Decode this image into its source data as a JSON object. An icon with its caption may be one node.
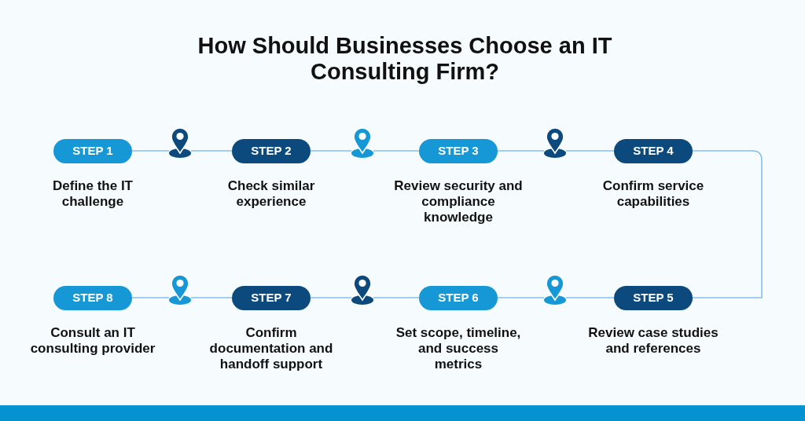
{
  "diagram": {
    "title": "How Should Businesses Choose an IT Consulting Firm?",
    "nodes": [
      {
        "text": [
          "STEP 1"
        ],
        "beside": [
          "Define the IT challenge"
        ]
      },
      {
        "text": [],
        "shape": "pin"
      },
      {
        "text": [
          "STEP 2"
        ],
        "beside": [
          "Check similar experience"
        ]
      },
      {
        "text": [],
        "shape": "pin"
      },
      {
        "text": [
          "STEP 3"
        ],
        "beside": [
          "Review security and compliance knowledge"
        ]
      },
      {
        "text": [],
        "shape": "pin"
      },
      {
        "text": [
          "STEP 4"
        ],
        "beside": [
          "Confirm service capabilities"
        ]
      },
      {
        "text": [
          "STEP 5"
        ],
        "beside": [
          "Review case studies and references"
        ]
      },
      {
        "text": [],
        "shape": "pin"
      },
      {
        "text": [
          "STEP 6"
        ],
        "beside": [
          "Set scope, timeline, and success metrics"
        ]
      },
      {
        "text": [],
        "shape": "pin"
      },
      {
        "text": [
          "STEP 7"
        ],
        "beside": [
          "Confirm documentation and handoff support"
        ]
      },
      {
        "text": [],
        "shape": "pin"
      },
      {
        "text": [
          "STEP 8"
        ],
        "beside": [
          "Consult an IT consulting provider"
        ]
      }
    ],
    "edges": [
      {
        "from": 0,
        "to": 1,
        "arrow": "none"
      },
      {
        "from": 1,
        "to": 2,
        "arrow": "none"
      },
      {
        "from": 2,
        "to": 3,
        "arrow": "none"
      },
      {
        "from": 3,
        "to": 4,
        "arrow": "none"
      },
      {
        "from": 4,
        "to": 5,
        "arrow": "none"
      },
      {
        "from": 5,
        "to": 6,
        "arrow": "none"
      },
      {
        "from": 6,
        "to": 7,
        "arrow": "none"
      },
      {
        "from": 7,
        "to": 8,
        "arrow": "none"
      },
      {
        "from": 8,
        "to": 9,
        "arrow": "none"
      },
      {
        "from": 9,
        "to": 10,
        "arrow": "none"
      },
      {
        "from": 10,
        "to": 11,
        "arrow": "none"
      },
      {
        "from": 11,
        "to": 12,
        "arrow": "none"
      },
      {
        "from": 12,
        "to": 13,
        "arrow": "none"
      }
    ]
  }
}
